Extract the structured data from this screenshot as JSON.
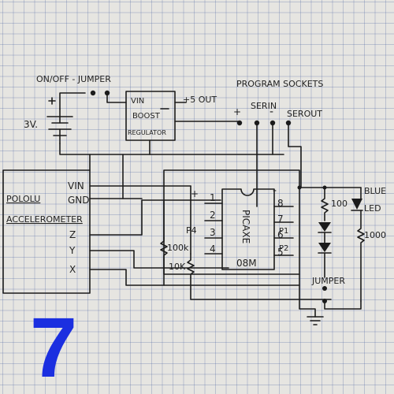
{
  "labels": {
    "jumper_onoff": "ON/OFF - JUMPER",
    "battery": "3V.",
    "plus": "+",
    "minus": "-",
    "vin": "VIN",
    "boost": "BOOST",
    "regulator": "REGULATOR",
    "out": "+5 OUT",
    "program_sockets": "PROGRAM SOCKETS",
    "serin": "SERIN",
    "serout": "SEROUT",
    "pololu": "POLOLU",
    "accel": "ACCELEROMETER",
    "pin_vin": "VIN",
    "pin_gnd": "GND",
    "pin_z": "Z",
    "pin_y": "Y",
    "pin_x": "X",
    "p4": "P4",
    "p1": "P1",
    "p2": "P2",
    "r100k": "100k",
    "r10k": "10K",
    "r100": "100",
    "r1000": "1000",
    "picaxe": "PICAXE",
    "model": "08M",
    "pin1": "1",
    "pin2": "2",
    "pin3": "3",
    "pin4": "4",
    "pin5": "5",
    "pin6": "6",
    "pin7": "7",
    "pin8": "8",
    "blue": "BLUE",
    "led": "LED",
    "jumper2": "JUMPER",
    "step_number": "7"
  },
  "colors": {
    "ink": "#1b1b1b",
    "grid": "#4a63a8",
    "paper": "#e6e5e1",
    "step_number": "#1b2fe0"
  }
}
